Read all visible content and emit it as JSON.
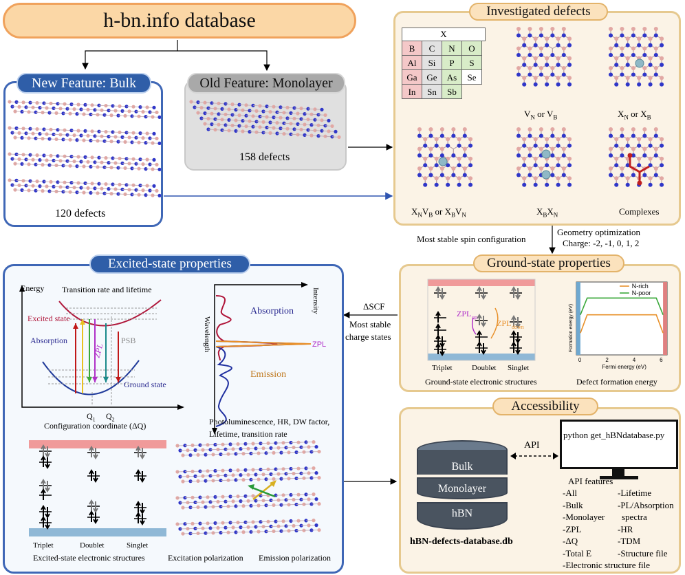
{
  "database": {
    "title": "h-bn.info database"
  },
  "bulk": {
    "label": "New Feature: Bulk",
    "count": "120 defects"
  },
  "mono": {
    "label": "Old Feature: Monolayer",
    "count": "158 defects"
  },
  "defects": {
    "title": "Investigated defects",
    "periodic_header": "X",
    "elements": [
      [
        "B",
        "C",
        "N",
        "O"
      ],
      [
        "Al",
        "Si",
        "P",
        "S"
      ],
      [
        "Ga",
        "Ge",
        "As",
        "Se"
      ],
      [
        "In",
        "Sn",
        "Sb",
        ""
      ]
    ],
    "element_colors": [
      "#f4c8c8",
      "#e2e2e2",
      "#d8ecc8",
      "#d8ecc8",
      "#f4c8c8",
      "#e2e2e2",
      "#d8ecc8",
      "#d8ecc8",
      "#f4c8c8",
      "#e2e2e2",
      "#d8ecc8",
      "#ffffff",
      "#f4c8c8",
      "#e2e2e2",
      "#d8ecc8",
      ""
    ],
    "labels": {
      "vacancy": "VN or VB",
      "substitution": "XN or XB",
      "pair1": "XNVB or XBVN",
      "pair2": "XBXN",
      "complexes": "Complexes"
    }
  },
  "flow": {
    "geometry": "Geometry optimization",
    "charge": "Charge: -2, -1, 0, 1, 2",
    "spin": "Most stable spin configuration",
    "dscf": "ΔSCF",
    "charge_states_1": "Most stable",
    "charge_states_2": "charge states"
  },
  "ground": {
    "title": "Ground-state properties",
    "col_triplet": "Triplet",
    "col_doublet": "Doublet",
    "col_singlet": "Singlet",
    "zpl_up": "ZPLup",
    "zpl_down": "ZPLdown",
    "caption_left": "Ground-state electronic structures",
    "caption_right": "Defect formation energy",
    "chart_xlabel": "Fermi energy (eV)",
    "chart_ylabel": "Formation energy (eV)",
    "legend_rich": "N-rich",
    "legend_poor": "N-poor",
    "xticks": [
      "0",
      "2",
      "4",
      "6"
    ]
  },
  "chart_data": {
    "type": "line",
    "xlabel": "Fermi energy (eV)",
    "ylabel": "Formation energy (eV)",
    "xticks": [
      0,
      2,
      4,
      6
    ],
    "series": [
      {
        "name": "N-rich",
        "color": "#e8902a",
        "x": [
          0,
          0.5,
          5.6,
          6.1
        ],
        "y": [
          0.3,
          0.55,
          0.55,
          0.3
        ]
      },
      {
        "name": "N-poor",
        "color": "#3aa83a",
        "x": [
          0,
          0.5,
          5.6,
          6.1
        ],
        "y": [
          0.55,
          0.78,
          0.78,
          0.55
        ]
      }
    ]
  },
  "excited": {
    "title": "Excited-state properties",
    "energy": "Energy",
    "transition": "Transition rate and lifetime",
    "excited_state": "Excited state",
    "absorption": "Absorption",
    "zpl": "ZPL",
    "psb": "PSB",
    "ground_state": "Ground state",
    "q1": "Q1",
    "q2": "Q2",
    "config": "Configuration coordinate (ΔQ)",
    "intensity": "Intensity",
    "wavelength": "Wavelength",
    "spec_absorption": "Absorption",
    "spec_zpl": "ZPL",
    "spec_emission": "Emission",
    "pl_line1": "Photoluminescence, HR, DW factor,",
    "pl_line2": "Lifetime, transition rate",
    "col_triplet": "Triplet",
    "col_doublet": "Doublet",
    "col_singlet": "Singlet",
    "caption_struct": "Excited-state electronic structures",
    "caption_exc": "Excitation polarization",
    "caption_em": "Emission polarization"
  },
  "access": {
    "title": "Accessibility",
    "api": "API",
    "command": "python get_hBNdatabase.py",
    "db_layers": [
      "Bulk",
      "Monolayer",
      "hBN"
    ],
    "db_name": "hBN-defects-database.db",
    "features_title": "API features",
    "features_left": [
      "-All",
      "-Bulk",
      "-Monolayer",
      "-ZPL",
      "-ΔQ",
      "-Total E",
      "-Electronic structure file"
    ],
    "features_right": [
      "-Lifetime",
      "-PL/Absorption",
      "spectra",
      "-HR",
      "-TDM",
      "-Structure file"
    ]
  },
  "colors": {
    "boron": "#e2a8a4",
    "nitrogen": "#2f36c8",
    "panel_bg": "#fbf3e6",
    "panel_border": "#e6c98f",
    "blue_border": "#3f67b6"
  }
}
